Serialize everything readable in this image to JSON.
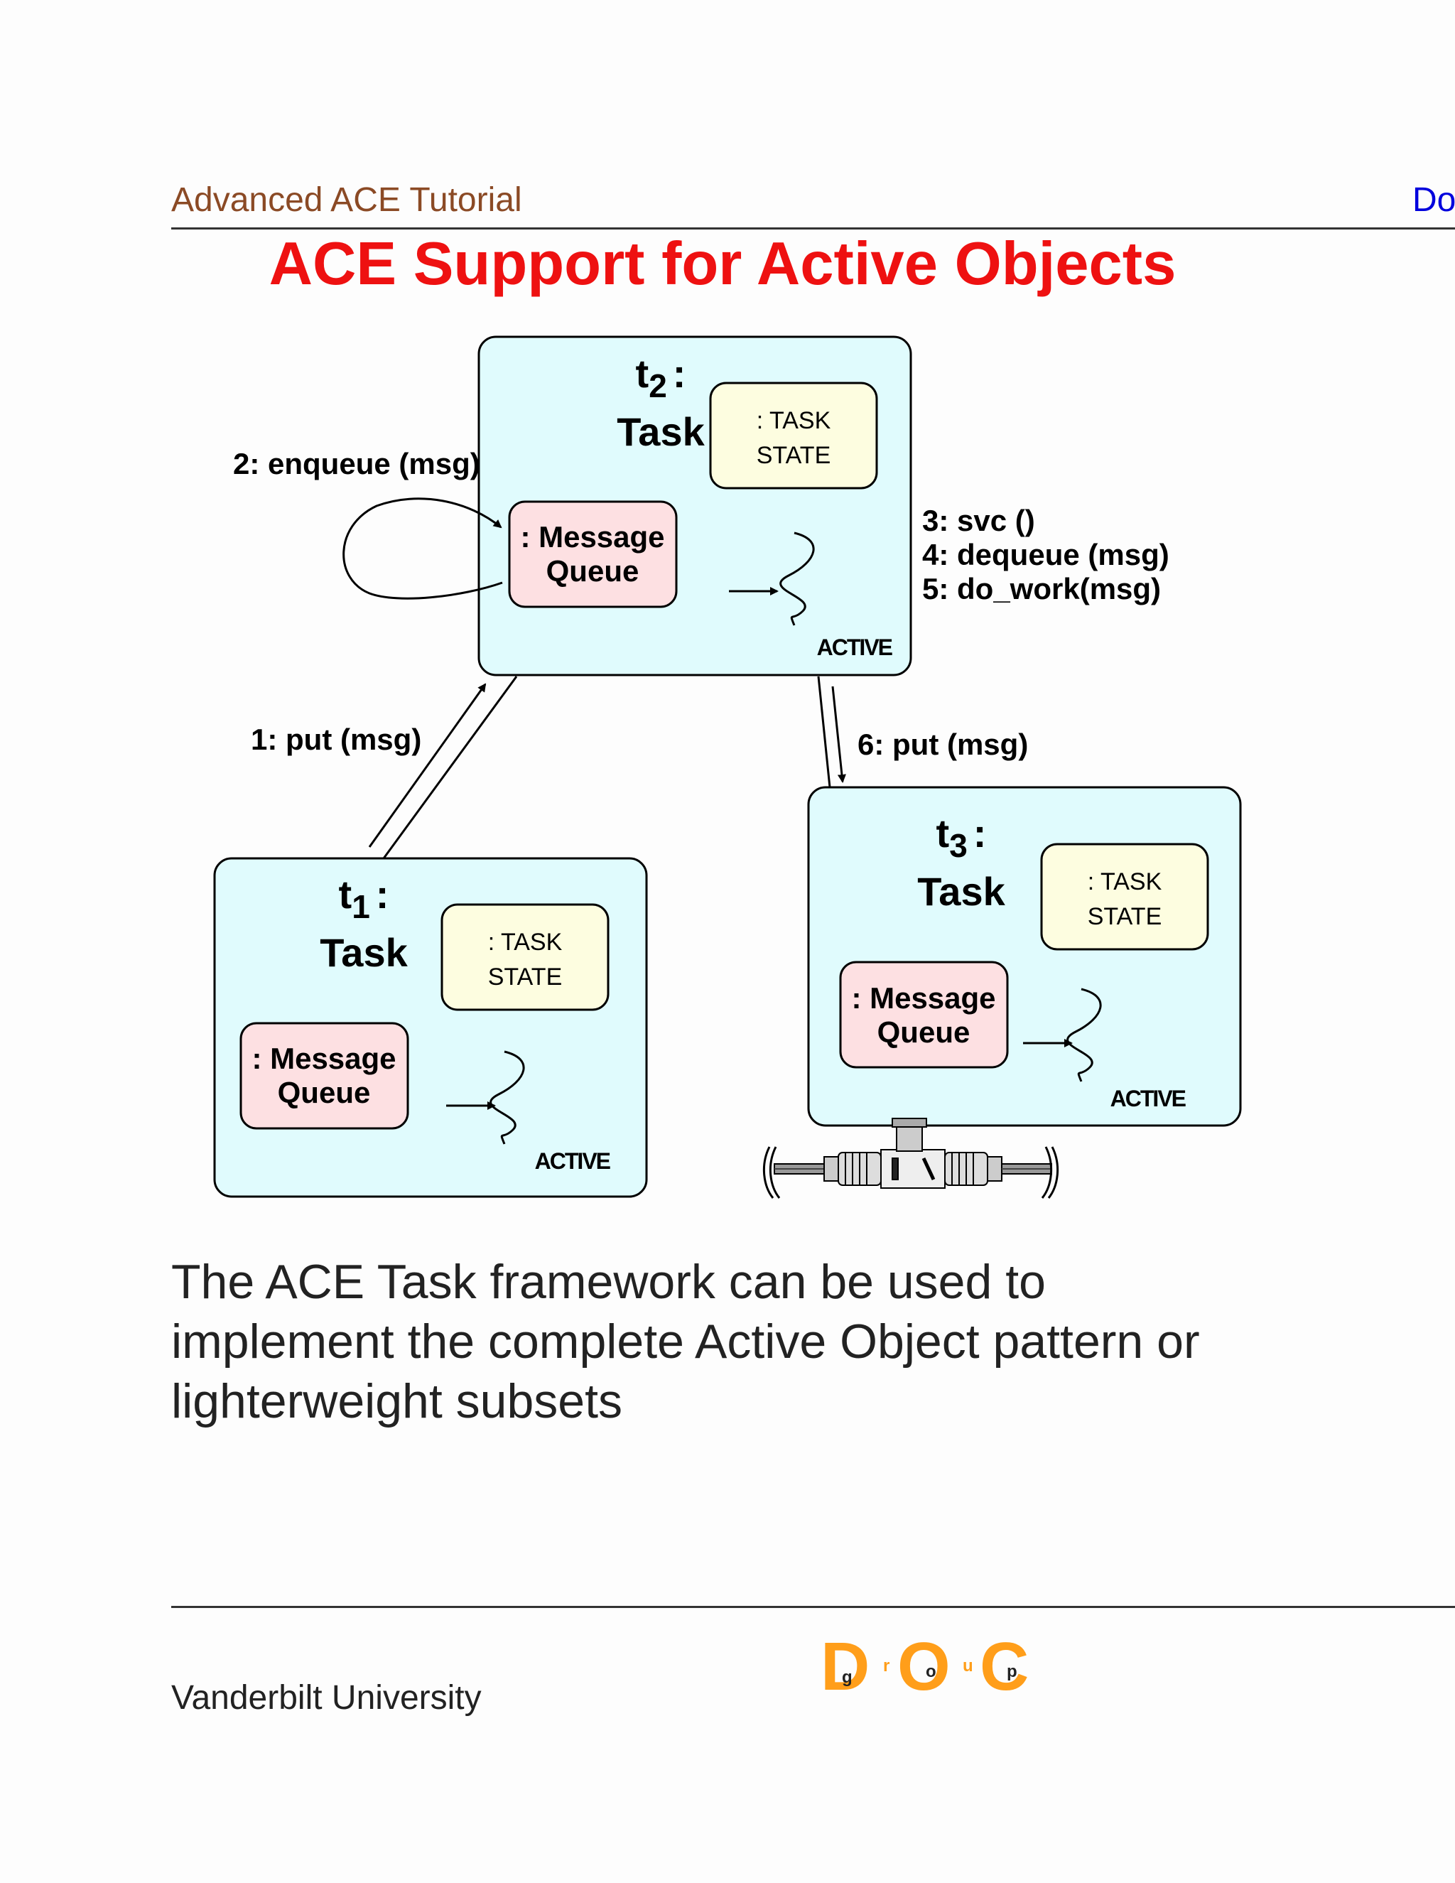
{
  "header": {
    "left_text": "Advanced ACE Tutorial",
    "right_text": "Do",
    "left_color": "#8b4a25",
    "right_color": "#0000dd"
  },
  "title": {
    "text": "ACE Support for Active Objects",
    "color": "#ee1111"
  },
  "diagram": {
    "tasks": [
      {
        "id": "t2",
        "name_prefix": "t",
        "name_sub": "2",
        "name_suffix": ":",
        "type_label": "Task",
        "state_line1": ": TASK",
        "state_line2": "STATE",
        "queue_line1": ": Message",
        "queue_line2": "Queue",
        "active_label": "ACTIVE"
      },
      {
        "id": "t1",
        "name_prefix": "t",
        "name_sub": "1",
        "name_suffix": ":",
        "type_label": "Task",
        "state_line1": ": TASK",
        "state_line2": "STATE",
        "queue_line1": ": Message",
        "queue_line2": "Queue",
        "active_label": "ACTIVE"
      },
      {
        "id": "t3",
        "name_prefix": "t",
        "name_sub": "3",
        "name_suffix": ":",
        "type_label": "Task",
        "state_line1": ": TASK",
        "state_line2": "STATE",
        "queue_line1": ": Message",
        "queue_line2": "Queue",
        "active_label": "ACTIVE"
      }
    ],
    "labels": {
      "enqueue": "2: enqueue (msg)",
      "svc": "3: svc ()",
      "dequeue": "4: dequeue (msg)",
      "do_work": "5: do_work(msg)",
      "put1": "1: put (msg)",
      "put6": "6: put (msg)"
    },
    "colors": {
      "task_fill": "#e0fbfd",
      "state_fill": "#fdfde0",
      "queue_fill": "#fde0e2"
    }
  },
  "body": {
    "lines": [
      " The ACE Task framework can be used to",
      "implement the complete Active Object pattern or",
      "lighterweight subsets"
    ]
  },
  "footer": {
    "left_text": "Vanderbilt University",
    "logo_letters": [
      "D",
      "O",
      "C"
    ],
    "logo_small": [
      "g",
      "r",
      "o",
      "u",
      "p"
    ],
    "logo_color": "#ff9e1a"
  }
}
